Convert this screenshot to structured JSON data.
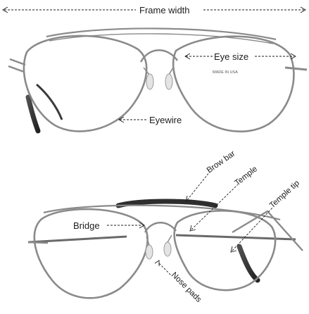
{
  "labels": {
    "frame_width": "Frame width",
    "eye_size": "Eye size",
    "eyewire": "Eyewire",
    "brow_bar": "Brow bar",
    "temple": "Temple",
    "temple_tip": "Temple tip",
    "bridge": "Bridge",
    "nose_pads": "Nose pads",
    "stamp": "MADE IN USA"
  },
  "colors": {
    "metal": "#8a8a8a",
    "metal_dark": "#5b5b5b",
    "temple_tip": "#3a3a3a",
    "brow_bar": "#2e2e2e",
    "nose_pad": "#e4e4e4",
    "text": "#1c1c1c",
    "background": "#ffffff"
  }
}
